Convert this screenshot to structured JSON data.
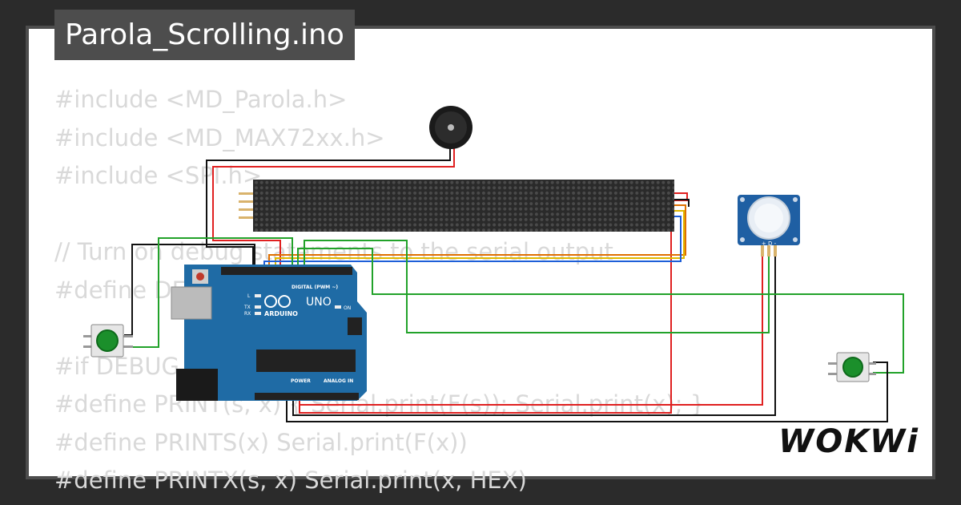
{
  "title": "Parola_Scrolling.ino",
  "code_lines": [
    "#include <MD_Parola.h>",
    "#include <MD_MAX72xx.h>",
    "#include <SPI.h>",
    "",
    "// Turn on debug statements to the serial output",
    "#define DEBUG 0",
    "",
    "#if DEBUG",
    "#define PRINT(s, x) { Serial.print(F(s)); Serial.print(x); }",
    "#define PRINTS(x) Serial.print(F(x))",
    "#define PRINTX(s, x) Serial.print(x, HEX)"
  ],
  "board": {
    "name": "UNO",
    "brand": "ARDUINO",
    "digital_label": "DIGITAL (PWM ~)",
    "power_label": "POWER",
    "analog_label": "ANALOG IN",
    "on_label": "ON",
    "l_label": "L",
    "tx_label": "TX",
    "rx_label": "RX"
  },
  "pir_label": "+ D -",
  "logo": "WOKWi",
  "colors": {
    "background": "#2b2b2b",
    "frame": "#4d4d4d",
    "board": "#1f6ba5",
    "wire_red": "#e02020",
    "wire_black": "#111111",
    "wire_green": "#22a22a",
    "wire_blue": "#1e5fd8",
    "wire_yellow": "#e0b800",
    "wire_orange": "#e07000",
    "button": "#1b8f2b",
    "matrix": "#222222"
  }
}
